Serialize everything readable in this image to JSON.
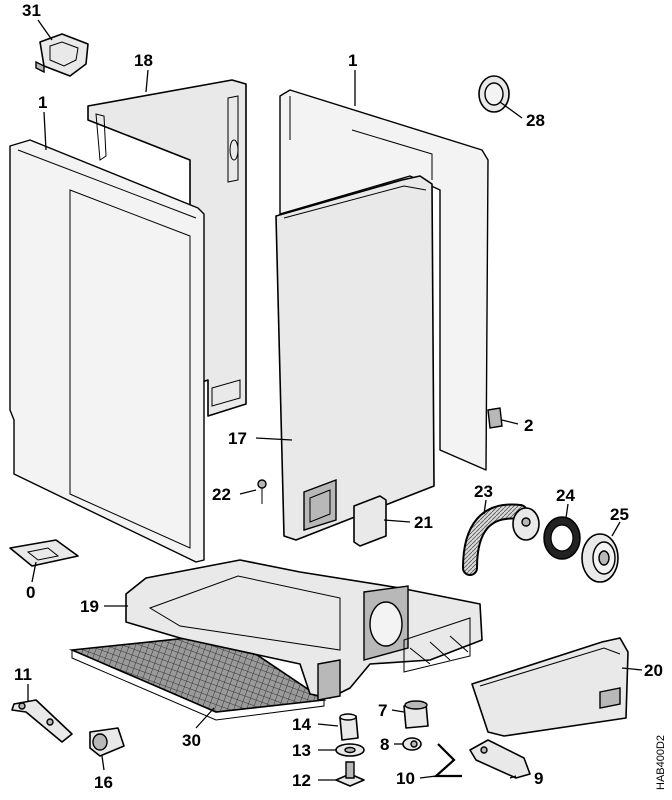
{
  "diagram": {
    "drawing_code": "HAB400D2",
    "callouts": {
      "c31": "31",
      "c18": "18",
      "c1_left": "1",
      "c1_right": "1",
      "c28": "28",
      "c2": "2",
      "c17": "17",
      "c22": "22",
      "c21": "21",
      "c23": "23",
      "c24": "24",
      "c25": "25",
      "c0": "0",
      "c19": "19",
      "c20": "20",
      "c11": "11",
      "c30": "30",
      "c14": "14",
      "c7": "7",
      "c13": "13",
      "c8": "8",
      "c16": "16",
      "c12": "12",
      "c10": "10",
      "c9": "9"
    }
  }
}
